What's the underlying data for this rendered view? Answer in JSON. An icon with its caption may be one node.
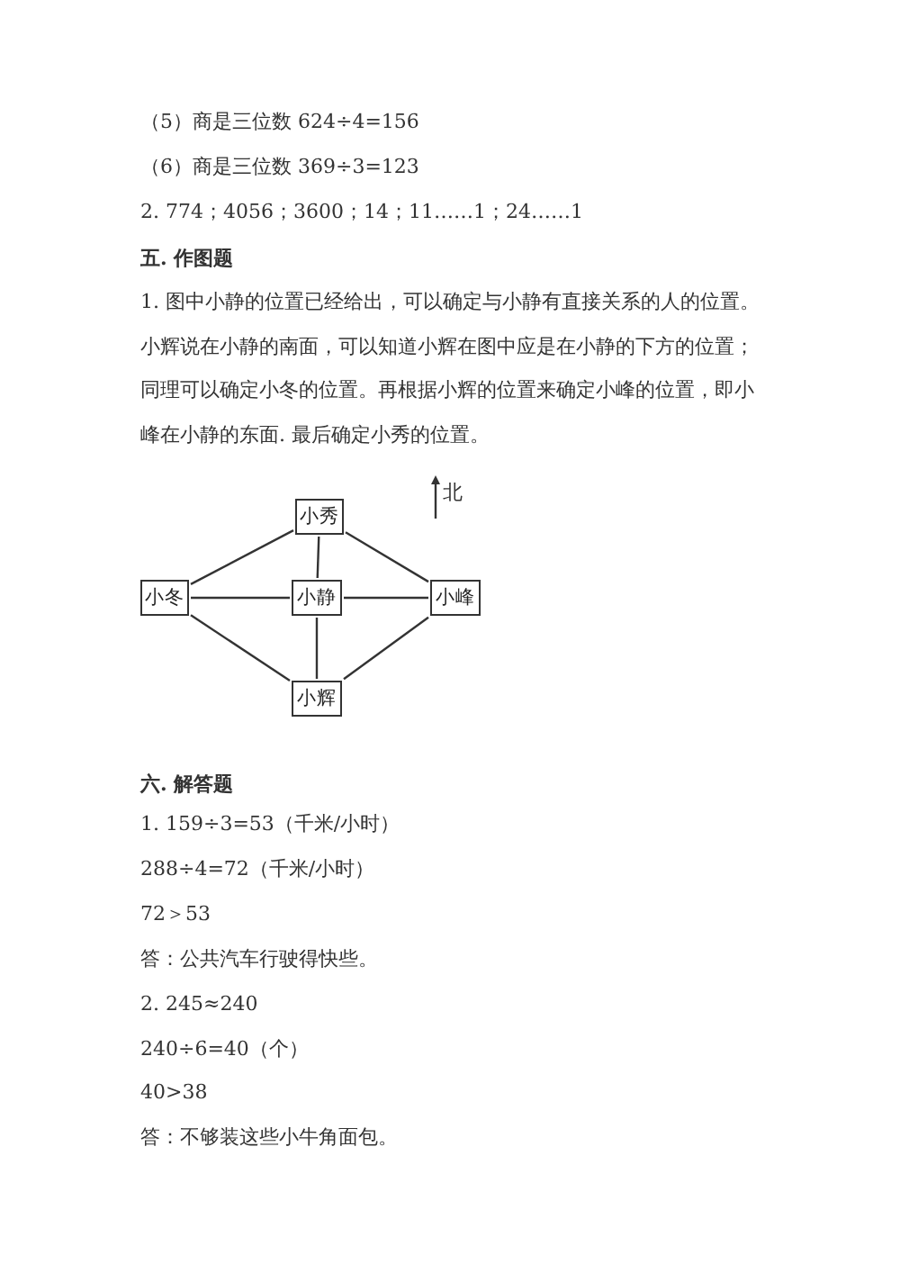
{
  "diagram": {
    "nodes": [
      {
        "text": [
          "小秀"
        ]
      },
      {
        "text": [
          "小冬"
        ]
      },
      {
        "text": [
          "小静"
        ]
      },
      {
        "text": [
          "小峰"
        ]
      },
      {
        "text": [
          "小辉"
        ]
      }
    ],
    "edges": [
      {
        "from": 0,
        "to": 1,
        "arrow": "none"
      },
      {
        "from": 0,
        "to": 2,
        "arrow": "none"
      },
      {
        "from": 0,
        "to": 3,
        "arrow": "none"
      },
      {
        "from": 1,
        "to": 2,
        "arrow": "none"
      },
      {
        "from": 2,
        "to": 3,
        "arrow": "none"
      },
      {
        "from": 2,
        "to": 4,
        "arrow": "none"
      },
      {
        "from": 1,
        "to": 4,
        "arrow": "none"
      },
      {
        "from": 3,
        "to": 4,
        "arrow": "none"
      }
    ],
    "labels": [
      "（5）商是三位数 624÷4=156",
      "（6）商是三位数 369÷3=123",
      "2. 774；4056；3600；14；11……1；24……1",
      "五. 作图题",
      "1. 图中小静的位置已经给出，可以确定与小静有直接关系的人的位置。小辉说在小静的南面，可以知道小辉在图中应是在小静的下方的位置；同理可以确定小冬的位置。再根据小辉的位置来确定小峰的位置，即小峰在小静的东面. 最后确定小秀的位置。",
      "北",
      "六. 解答题",
      "1. 159÷3=53（千米/小时）",
      "288÷4=72（千米/小时）",
      "72＞53",
      "答：公共汽车行驶得快些。",
      "2. 245≈240",
      "240÷6=40（个）",
      "40>38",
      "答：不够装这些小牛角面包。"
    ]
  }
}
